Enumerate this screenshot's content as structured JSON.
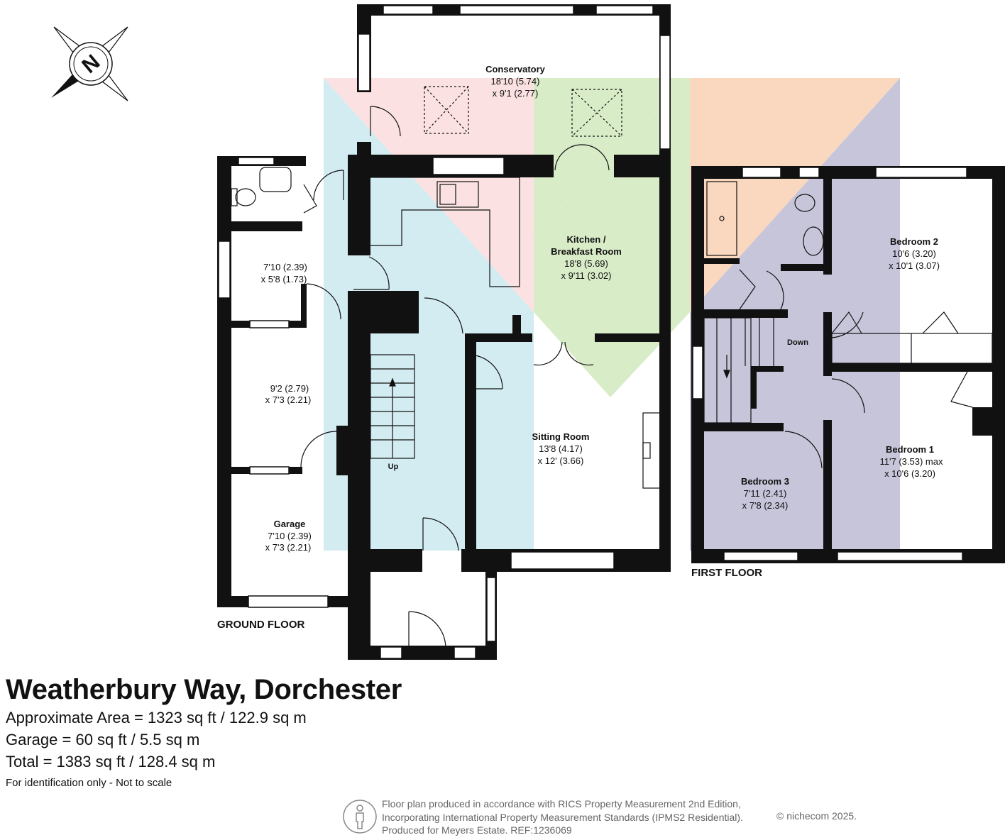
{
  "compass": {
    "icon": "north-compass-icon",
    "letter": "N"
  },
  "floors": {
    "ground": {
      "label": "GROUND FLOOR",
      "rooms": {
        "conservatory": {
          "name": "Conservatory",
          "dim1": "18'10 (5.74)",
          "dim2": "x 9'1 (2.77)"
        },
        "kitchen": {
          "name1": "Kitchen /",
          "name2": "Breakfast Room",
          "dim1": "18'8 (5.69)",
          "dim2": "x 9'11 (3.02)"
        },
        "sitting_room": {
          "name": "Sitting Room",
          "dim1": "13'8 (4.17)",
          "dim2": "x 12' (3.66)"
        },
        "store1": {
          "dim1": "7'10 (2.39)",
          "dim2": "x 5'8 (1.73)"
        },
        "store2": {
          "dim1": "9'2 (2.79)",
          "dim2": "x 7'3 (2.21)"
        },
        "garage": {
          "name": "Garage",
          "dim1": "7'10 (2.39)",
          "dim2": "x 7'3 (2.21)"
        }
      },
      "stairs_label": "Up"
    },
    "first": {
      "label": "FIRST FLOOR",
      "rooms": {
        "bedroom1": {
          "name": "Bedroom 1",
          "dim1": "11'7 (3.53) max",
          "dim2": "x 10'6 (3.20)"
        },
        "bedroom2": {
          "name": "Bedroom 2",
          "dim1": "10'6 (3.20)",
          "dim2": "x 10'1 (3.07)"
        },
        "bedroom3": {
          "name": "Bedroom 3",
          "dim1": "7'11 (2.41)",
          "dim2": "x 7'8 (2.34)"
        }
      },
      "stairs_label": "Down"
    }
  },
  "info": {
    "title": "Weatherbury Way, Dorchester",
    "approx_area": "Approximate Area = 1323 sq ft / 122.9 sq m",
    "garage_area": "Garage = 60 sq ft / 5.5 sq m",
    "total_area": "Total = 1383 sq ft / 128.4 sq m",
    "note": "For identification only - Not to scale"
  },
  "footer": {
    "line1": "Floor plan produced in accordance with RICS Property Measurement 2nd Edition,",
    "line2": "Incorporating International Property Measurement Standards (IPMS2 Residential).",
    "line3": "Produced for Meyers Estate.   REF:1236069",
    "credit": "© nichecom 2025.",
    "icon": "person-measure-icon"
  },
  "colors": {
    "wall": "#111111",
    "blue_zone": "#d3ecf1",
    "pink_zone": "#fbe1e1",
    "green_zone": "#d9ecc8",
    "orange_zone": "#fad8c0",
    "purple_zone": "#c6c5da",
    "text": "#111111",
    "footer_text": "#666666"
  }
}
